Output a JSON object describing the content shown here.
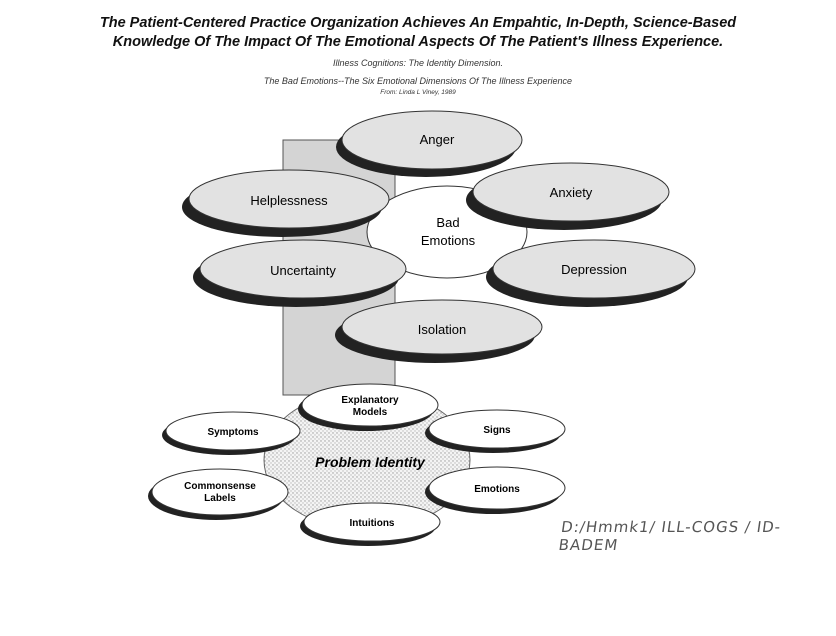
{
  "title_line1": "The Patient-Centered Practice Organization Achieves An Empahtic, In-Depth, Science-Based",
  "title_line2": "Knowledge Of The Impact Of The Emotional Aspects Of The Patient's Illness Experience.",
  "subtitle1": "Illness Cognitions:  The Identity Dimension.",
  "subtitle2": "The Bad Emotions--The Six Emotional Dimensions Of The Illness Experience",
  "source": "From: Linda L Viney, 1989",
  "center": {
    "line1": "Bad",
    "line2": "Emotions"
  },
  "emotions": [
    "Anger",
    "Helplessness",
    "Anxiety",
    "Uncertainty",
    "Depression",
    "Isolation"
  ],
  "problem_identity": "Problem Identity",
  "identity_items": {
    "explanatory_1": "Explanatory",
    "explanatory_2": "Models",
    "symptoms": "Symptoms",
    "signs": "Signs",
    "labels_1": "Commonsense",
    "labels_2": "Labels",
    "emotions": "Emotions",
    "intuitions": "Intuitions"
  },
  "handwritten_note": "D:/Hmmk1/ ILL-COGS / ID-BADEM"
}
